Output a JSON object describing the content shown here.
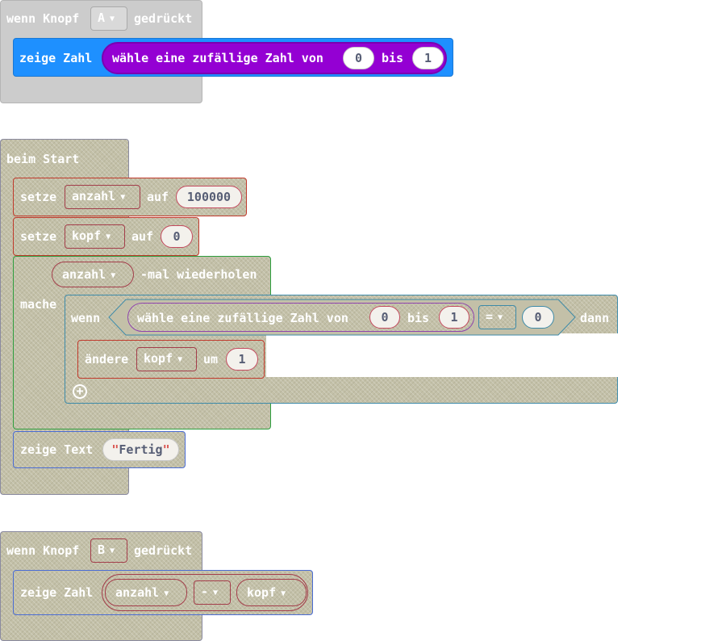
{
  "block1": {
    "event_prefix": "wenn Knopf",
    "button_value": "A",
    "event_suffix": "gedrückt",
    "show_number_label": "zeige Zahl",
    "random_label": "wähle eine zufällige Zahl von",
    "random_from": "0",
    "random_to_label": "bis",
    "random_to": "1"
  },
  "block2": {
    "start_label": "beim Start",
    "set1_label": "setze",
    "set1_var": "anzahl",
    "set1_to_label": "auf",
    "set1_value": "100000",
    "set2_label": "setze",
    "set2_var": "kopf",
    "set2_to_label": "auf",
    "set2_value": "0",
    "repeat_var": "anzahl",
    "repeat_label": "-mal wiederholen",
    "do_label": "mache",
    "if_label": "wenn",
    "if_random_label": "wähle eine zufällige Zahl von",
    "if_random_from": "0",
    "if_random_to_label": "bis",
    "if_random_to": "1",
    "compare_op": "=",
    "compare_value": "0",
    "then_label": "dann",
    "change_label": "ändere",
    "change_var": "kopf",
    "change_by_label": "um",
    "change_value": "1",
    "show_text_label": "zeige Text",
    "show_text_value": "Fertig",
    "quote_open": "\"",
    "quote_close": "\""
  },
  "block3": {
    "event_prefix": "wenn Knopf",
    "button_value": "B",
    "event_suffix": "gedrückt",
    "show_number_label": "zeige Zahl",
    "left_var": "anzahl",
    "operator": "-",
    "right_var": "kopf"
  },
  "icons": {
    "dropdown": "caret-down-icon",
    "add": "plus-circle-icon"
  },
  "colors": {
    "disabled_event": "#cccccc",
    "basic_blue": "#1e90ff",
    "math_purple": "#9400d3",
    "hatched_disabled": "#c3c0a8"
  }
}
